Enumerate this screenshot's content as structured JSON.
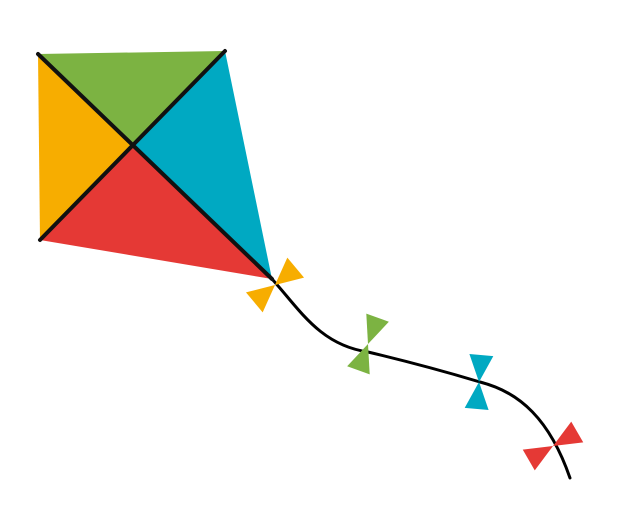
{
  "image": {
    "subject": "kite",
    "background": "#ffffff"
  },
  "colors": {
    "green": "#7cb342",
    "teal": "#00a9c2",
    "orange": "#f7ad00",
    "red": "#e53935",
    "spar": "#111111",
    "string": "#000000"
  },
  "kite": {
    "panels": [
      "green",
      "teal",
      "orange",
      "red"
    ]
  },
  "tail": {
    "bow_colors": [
      "orange",
      "green",
      "teal",
      "red"
    ]
  }
}
